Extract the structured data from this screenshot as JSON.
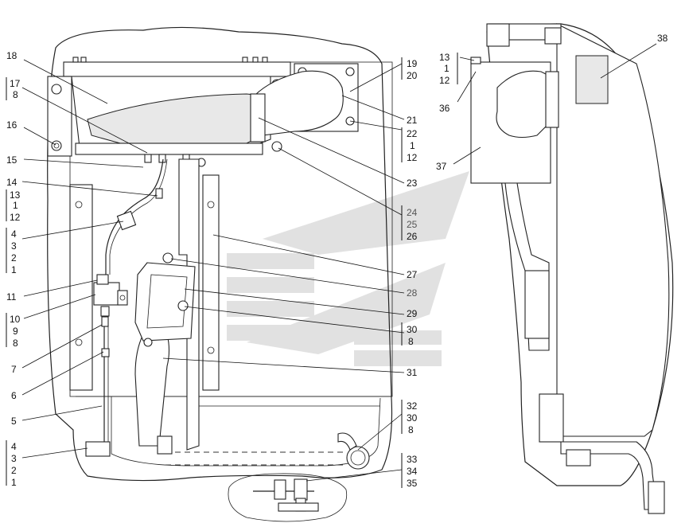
{
  "figure": {
    "background": "#ffffff",
    "silhouette_fill": "#eaeaea",
    "watermark_color": "#c9c9c9"
  },
  "callouts_left": [
    {
      "id": "c18",
      "text": "18"
    },
    {
      "id": "c17",
      "lines": [
        "17",
        "8"
      ]
    },
    {
      "id": "c16",
      "text": "16"
    },
    {
      "id": "c15",
      "text": "15"
    },
    {
      "id": "c14",
      "text": "14"
    },
    {
      "id": "c13g",
      "lines": [
        "13",
        "1",
        "12"
      ]
    },
    {
      "id": "c4g",
      "lines": [
        "4",
        "3",
        "2",
        "1"
      ]
    },
    {
      "id": "c11",
      "text": "11"
    },
    {
      "id": "c10g",
      "lines": [
        "10",
        "9",
        "8"
      ]
    },
    {
      "id": "c7",
      "text": "7"
    },
    {
      "id": "c6",
      "text": "6"
    },
    {
      "id": "c5",
      "text": "5"
    },
    {
      "id": "c4b",
      "lines": [
        "4",
        "3",
        "2",
        "1"
      ]
    }
  ],
  "callouts_middle": [
    {
      "id": "c19g",
      "lines": [
        "19",
        "20"
      ]
    },
    {
      "id": "c21",
      "text": "21"
    },
    {
      "id": "c22g",
      "lines": [
        "22",
        "1",
        "12"
      ]
    },
    {
      "id": "c23",
      "text": "23"
    },
    {
      "id": "c24g",
      "lines": [
        "24",
        "25",
        "26"
      ]
    },
    {
      "id": "c27",
      "text": "27"
    },
    {
      "id": "c28",
      "text": "28"
    },
    {
      "id": "c29",
      "text": "29"
    },
    {
      "id": "c30g",
      "lines": [
        "30",
        "8"
      ]
    },
    {
      "id": "c31",
      "text": "31"
    },
    {
      "id": "c32g",
      "lines": [
        "32",
        "30",
        "8"
      ]
    },
    {
      "id": "c33g",
      "lines": [
        "33",
        "34",
        "35"
      ]
    }
  ],
  "callouts_right": [
    {
      "id": "c13r",
      "lines": [
        "13",
        "1",
        "12"
      ]
    },
    {
      "id": "c36",
      "text": "36"
    },
    {
      "id": "c37",
      "text": "37"
    },
    {
      "id": "c38",
      "text": "38"
    }
  ]
}
